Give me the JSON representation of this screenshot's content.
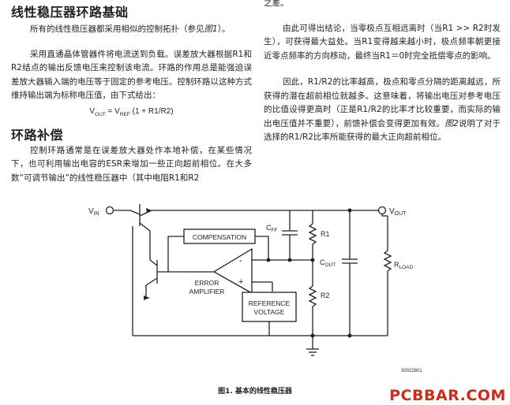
{
  "left_column": {
    "heading1": "线性稳压器环路基础",
    "para1_pre": "所有的线性稳压器都采用相似的控制拓扑（参见",
    "para1_ref": "图1",
    "para1_post": "）。",
    "para2": "采用直通晶体管器件将电流送到负载。误差放大器根据R1和R2结点的输出反馈电压来控制该电流。环路的作用总是能强迫误差放大器输入端的电压等于固定的参考电压。控制环路以这种方式维持输出端为标称电压值，由下式给出：",
    "formula_vout": "V",
    "formula_vout_sub": "OUT",
    "formula_eq": " = V",
    "formula_vref_sub": "REF",
    "formula_rest": " (1 + R1/R2)",
    "heading2": "环路补偿",
    "para3": "控制环路通常是在误差放大器处作本地补偿，在某些情况下，也可利用输出电容的ESR来增加一些正向超前相位。在大多数“可调节输出”的线性稳压器中（其中电阻R1和R2"
  },
  "right_column": {
    "para_cont": "之差。",
    "para4": "由此可得出结论，当零极点互相远离时（当R1 >> R2时发生），可获得最大益处。当R1变得越来越小时，极点频率朝更接近零点频率的方向移动，最终当R1＝0时完全抵偿零点的影响。",
    "para5_pre": "因此，R1/R2的比率越高，极点和零点分隔的距离越远，所获得的潜在超前相位就越多。这意味着，将输出电压对参考电压的比值设得更高时（正是R1/R2的比率才比较重要，而实际的输出电压值并不重要），前馈补偿会变得更加有效。",
    "para5_ref": "图2",
    "para5_post": "说明了对于选择的R1/R2比率所能获得的最大正向超前相位。"
  },
  "figure": {
    "vin_label": "V",
    "vin_sub": "IN",
    "vout_label": "V",
    "vout_sub": "OUT",
    "compensation_label": "COMPENSATION",
    "cff_label": "C",
    "cff_sub": "FF",
    "r1_label": "R1",
    "r2_label": "R2",
    "cout_label": "C",
    "cout_sub": "OUT",
    "rload_label": "R",
    "rload_sub": "LOAD",
    "amp_minus": "-",
    "amp_plus": "+",
    "error_label": "ERROR",
    "amplifier_label": "AMPLIFIER",
    "reference_label": "REFERENCE",
    "voltage_label": "VOLTAGE",
    "figure_id": "30022801",
    "caption": "图1. 基本的线性稳压器"
  },
  "watermark": "PCBBAR.COM"
}
